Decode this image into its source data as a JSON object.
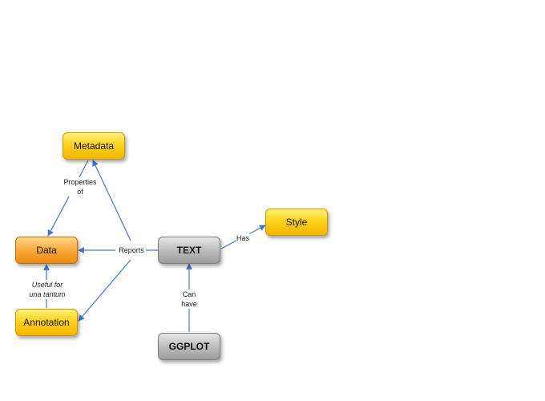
{
  "colors": {
    "edge": "#4a76c4",
    "yellow": "#ffd21e",
    "orange": "#f8a93a",
    "gray": "#bdbdbd"
  },
  "nodes": {
    "metadata": "Metadata",
    "data": "Data",
    "annotation": "Annotation",
    "text": "TEXT",
    "style": "Style",
    "ggplot": "GGPLOT"
  },
  "edge_labels": {
    "properties_of": [
      "Properties",
      "of"
    ],
    "reports": "Reports",
    "useful_for": [
      "Useful for",
      "una tantum"
    ],
    "has": "Has",
    "can_have": [
      "Can",
      "have"
    ]
  }
}
